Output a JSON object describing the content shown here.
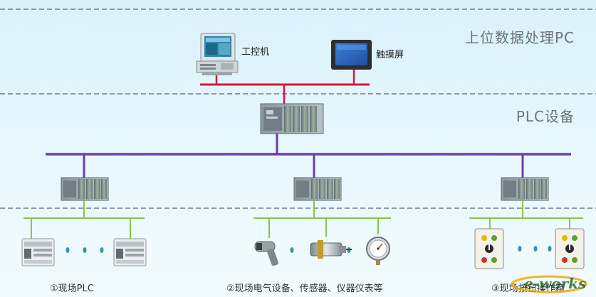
{
  "tiers": {
    "upper_pc": "上位数据处理PC",
    "plc_devices": "PLC设备"
  },
  "devices": {
    "ipc_label": "工控机",
    "touchscreen_label": "触摸屏"
  },
  "captions": {
    "field_plc": "①现场PLC",
    "field_electrical": "②现场电气设备、传感器、仪器仪表等",
    "field_button_box": "③现场按钮操作箱"
  },
  "logo": {
    "text": "e-works"
  },
  "colors": {
    "divider": "#6f7a86",
    "pc_bus": "#d9163a",
    "plc_bus": "#6a3fa8",
    "field_bus": "#8bc34a",
    "tier_text": "#6d7278"
  }
}
